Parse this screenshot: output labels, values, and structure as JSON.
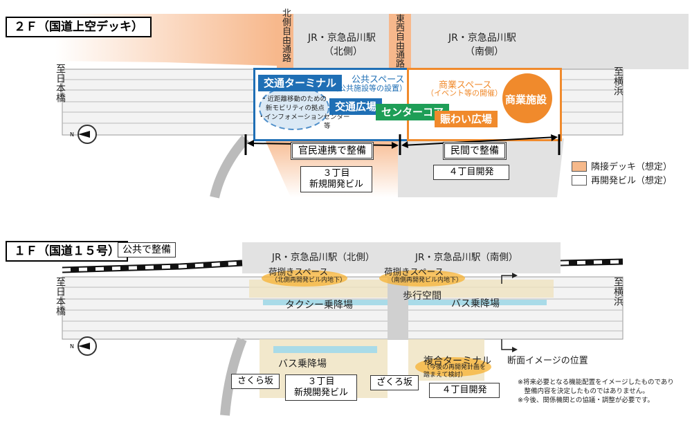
{
  "upper": {
    "floor_title": "２Ｆ（国道上空デッキ）",
    "station_north": "JR・京急品川駅",
    "station_north_sub": "（北側）",
    "station_south": "JR・京急品川駅",
    "station_south_sub": "（南側）",
    "north_road": "北側自由通路",
    "east_west_road": "東西自由通路",
    "dir_left": "至日本橋",
    "dir_right": "至横浜",
    "transport_terminal": "交通ターミナル",
    "terminal_notes": [
      "・近距離移動のための",
      "新モビリティの拠点",
      "・インフォメーションセンター"
    ],
    "terminal_etc": "等",
    "public_space": "公共スペース",
    "public_space_sub": "（公共施設等の設置）",
    "transport_plaza": "交通広場",
    "center_core": "センターコア",
    "commercial_space": "商業スペース",
    "commercial_space_sub": "（イベント等の開催）",
    "commercial_facility": "商業施設",
    "lively_plaza": "賑わい広場",
    "public_private": "官民連携で整備",
    "private": "民間で整備",
    "block3": "３丁目\n新規開発ビル",
    "block4": "４丁目開発",
    "legend_deck": "隣接デッキ（想定）",
    "legend_building": "再開発ビル（想定）",
    "colors": {
      "blue": "#1f6fb5",
      "green": "#1e9e57",
      "orange": "#f08a2c",
      "deck": "#f6b98b"
    }
  },
  "lower": {
    "floor_title": "１Ｆ（国道１５号）",
    "floor_badge": "公共で整備",
    "station_north": "JR・京急品川駅（北側）",
    "station_south": "JR・京急品川駅（南側）",
    "loading_north": "荷捌きスペース",
    "loading_north_sub": "（北側再開発ビル内地下）",
    "loading_south": "荷捌きスペース",
    "loading_south_sub": "（南側再開発ビル内地下）",
    "walkway": "歩行空間",
    "taxi": "タクシー乗降場",
    "bus_top": "バス乗降場",
    "bus_bottom": "バス乗降場",
    "composite_terminal": "複合ターミナル",
    "composite_sub": "（今後の再開発計画を踏まえて検討）",
    "section_image": "断面イメージの位置",
    "sakura": "さくら坂",
    "sakuro": "ざくろ坂",
    "block3": "３丁目\n新規開発ビル",
    "block4": "４丁目開発",
    "dir_left": "至日本橋",
    "dir_right": "至横浜",
    "notes": [
      "※将来必要となる機能配置をイメージしたものであり",
      "　整備内容を決定したものではありません。",
      "※今後、関係機関との協議・調整が必要です。"
    ]
  }
}
